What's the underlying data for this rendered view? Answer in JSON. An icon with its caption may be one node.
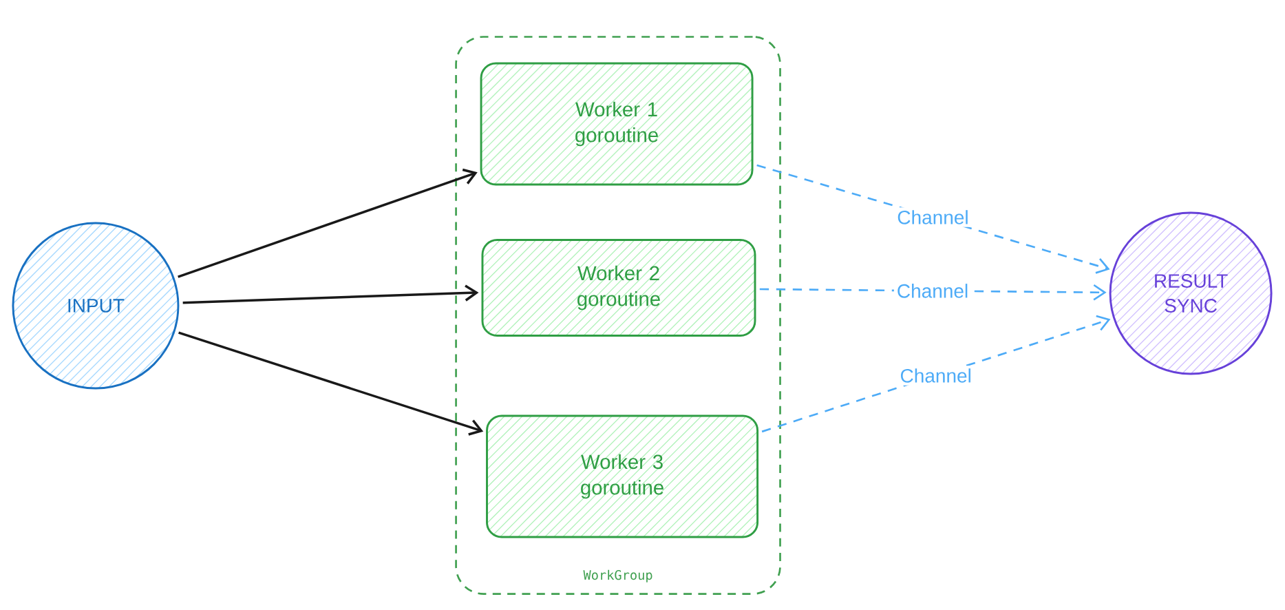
{
  "diagram": {
    "nodes": [
      {
        "text": [
          "INPUT"
        ]
      },
      {
        "text": [
          "WorkGroup"
        ]
      },
      {
        "text": [
          "Worker 1 goroutine"
        ],
        "in": 1
      },
      {
        "text": [
          "Worker 2 goroutine"
        ],
        "in": 1
      },
      {
        "text": [
          "Worker 3 goroutine"
        ],
        "in": 1
      },
      {
        "text": [
          "RESULT SYNC"
        ]
      }
    ],
    "edges": [
      {
        "from": 0,
        "to": 2,
        "arrow": "to"
      },
      {
        "from": 0,
        "to": 3,
        "arrow": "to"
      },
      {
        "from": 0,
        "to": 4,
        "arrow": "to"
      },
      {
        "from": 2,
        "to": 5,
        "arrow": "to",
        "label": "Channel",
        "style": "dashed",
        "color": "#4dabf7"
      },
      {
        "from": 3,
        "to": 5,
        "arrow": "to",
        "label": "Channel",
        "style": "dashed",
        "color": "#4dabf7"
      },
      {
        "from": 4,
        "to": 5,
        "arrow": "to",
        "label": "Channel",
        "style": "dashed",
        "color": "#4dabf7"
      }
    ]
  }
}
